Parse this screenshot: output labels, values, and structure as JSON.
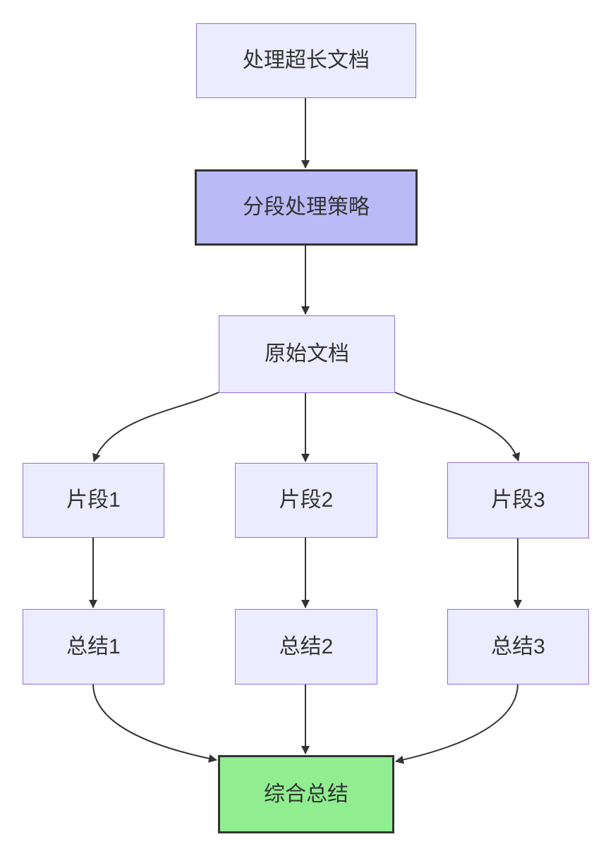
{
  "diagram": {
    "type": "flowchart",
    "direction": "top-down",
    "background": "#ffffff",
    "colors": {
      "node_fill": "#ECECFF",
      "node_border": "#9370DB",
      "strategy_fill": "#BABAF7",
      "strategy_border": "#333333",
      "result_fill": "#90EE90",
      "result_border": "#333333",
      "edge": "#333333",
      "text": "#333333"
    },
    "nodes": [
      {
        "id": "A",
        "label": "处理超长文档",
        "style": "default"
      },
      {
        "id": "B",
        "label": "分段处理策略",
        "style": "strategy"
      },
      {
        "id": "C",
        "label": "原始文档",
        "style": "default"
      },
      {
        "id": "D1",
        "label": "片段1",
        "style": "default"
      },
      {
        "id": "D2",
        "label": "片段2",
        "style": "default"
      },
      {
        "id": "D3",
        "label": "片段3",
        "style": "default"
      },
      {
        "id": "E1",
        "label": "总结1",
        "style": "default"
      },
      {
        "id": "E2",
        "label": "总结2",
        "style": "default"
      },
      {
        "id": "E3",
        "label": "总结3",
        "style": "default"
      },
      {
        "id": "F",
        "label": "综合总结",
        "style": "result"
      }
    ],
    "edges": [
      {
        "from": "处理超长文档",
        "to": "分段处理策略"
      },
      {
        "from": "分段处理策略",
        "to": "原始文档"
      },
      {
        "from": "原始文档",
        "to": "片段1"
      },
      {
        "from": "原始文档",
        "to": "片段2"
      },
      {
        "from": "原始文档",
        "to": "片段3"
      },
      {
        "from": "片段1",
        "to": "总结1"
      },
      {
        "from": "片段2",
        "to": "总结2"
      },
      {
        "from": "片段3",
        "to": "总结3"
      },
      {
        "from": "总结1",
        "to": "综合总结"
      },
      {
        "from": "总结2",
        "to": "综合总结"
      },
      {
        "from": "总结3",
        "to": "综合总结"
      }
    ]
  }
}
